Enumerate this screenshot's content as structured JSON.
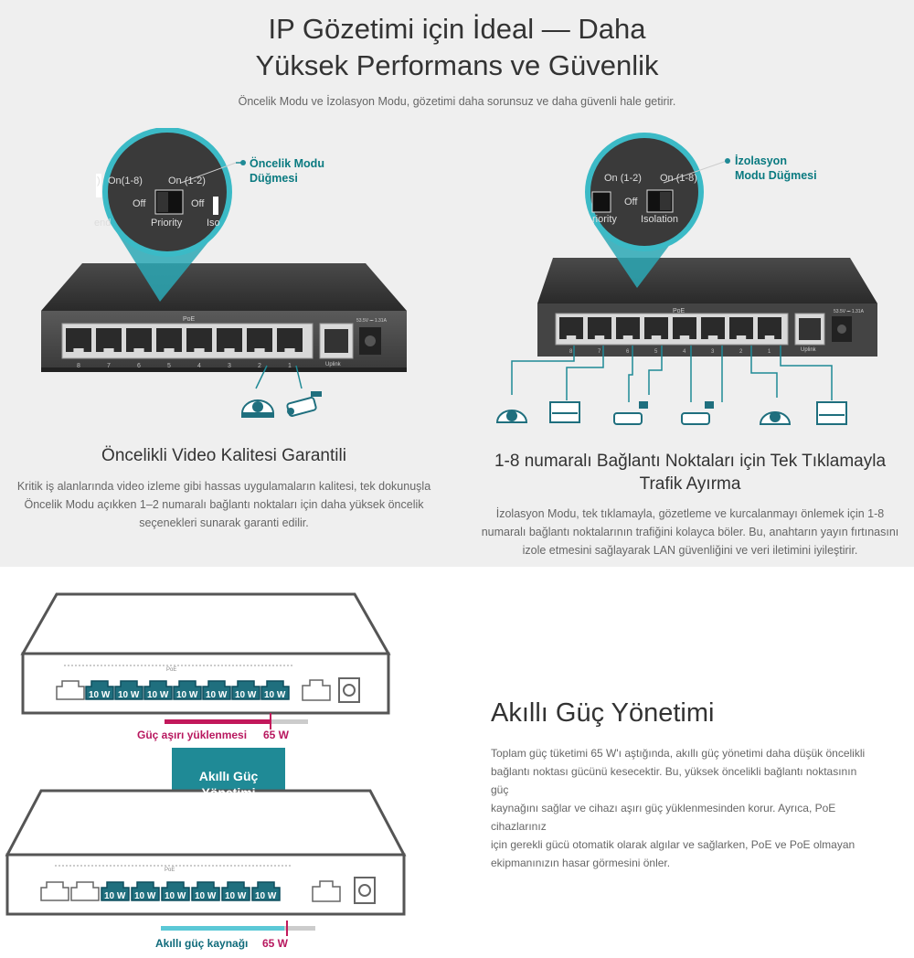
{
  "header": {
    "title_line1": "IP Gözetimi için İdeal — Daha",
    "title_line2": "Yüksek Performans ve Güvenlik",
    "subtitle": "Öncelik Modu ve İzolasyon Modu, gözetimi daha sorunsuz ve daha güvenli hale getirir."
  },
  "left_panel": {
    "callout_line1": "Öncelik Modu",
    "callout_line2": "Düğmesi",
    "zoom": {
      "on18": "On(1-8)",
      "on12": "On (1-2)",
      "off1": "Off",
      "off2": "Off",
      "priority": "Priority",
      "end": "end",
      "iso": "Iso",
      "paren": ")"
    },
    "title": "Öncelikli Video Kalitesi Garantili",
    "text_line1": "Kritik iş alanlarında video izleme gibi hassas uygulamaların kalitesi, tek dokunuşla",
    "text_line2": "Öncelik Modu açıkken 1–2 numaralı bağlantı noktaları için daha yüksek öncelik",
    "text_line3": "seçenekleri sunarak garanti edilir."
  },
  "right_panel": {
    "callout_line1": "İzolasyon",
    "callout_line2": "Modu Düğmesi",
    "zoom": {
      "on12": "On (1-2)",
      "on18": "On (1-8)",
      "off": "Off",
      "priority": "riority",
      "isolation": "Isolation"
    },
    "title_line1": "1-8 numaralı Bağlantı Noktaları için Tek Tıklamayla",
    "title_line2": "Trafik Ayırma",
    "text_line1": "İzolasyon Modu, tek tıklamayla, gözetleme ve kurcalanmayı önlemek için 1-8",
    "text_line2": "numaralı bağlantı noktalarının trafiğini kolayca böler. Bu, anahtarın yayın fırtınasını",
    "text_line3": "izole etmesini sağlayarak LAN güvenliğini ve veri iletimini iyileştirir."
  },
  "switch_labels": {
    "poe": "PoE",
    "uplink": "Uplink",
    "power": "53.5V ⎓ 1.31A",
    "ports": [
      "8",
      "7",
      "6",
      "5",
      "4",
      "3",
      "2",
      "1"
    ]
  },
  "power_mgmt": {
    "title": "Akıllı Güç Yönetimi",
    "text_line1": "Toplam güç tüketimi 65 W'ı aştığında, akıllı güç yönetimi daha düşük öncelikli",
    "text_line2": "bağlantı noktası gücünü kesecektir. Bu, yüksek öncelikli bağlantı noktasının güç",
    "text_line3": "kaynağını sağlar ve cihazı aşırı güç yüklenmesinden korur. Ayrıca, PoE cihazlarınız",
    "text_line4": "için gerekli gücü otomatik olarak algılar ve sağlarken, PoE ve PoE olmayan",
    "text_line5": "ekipmanınızın hasar görmesini önler.",
    "port_watt": "10 W",
    "overload_label": "Güç aşırı yüklenmesi",
    "overload_value": "65 W",
    "arrow_line1": "Akıllı Güç",
    "arrow_line2": "Yönetimi",
    "smart_label": "Akıllı güç kaynağı",
    "smart_value": "65 W",
    "colors": {
      "teal": "#1f8a96",
      "dark_teal": "#0f4f5e",
      "magenta": "#c2185b",
      "light_blue": "#5bc8d6"
    }
  }
}
